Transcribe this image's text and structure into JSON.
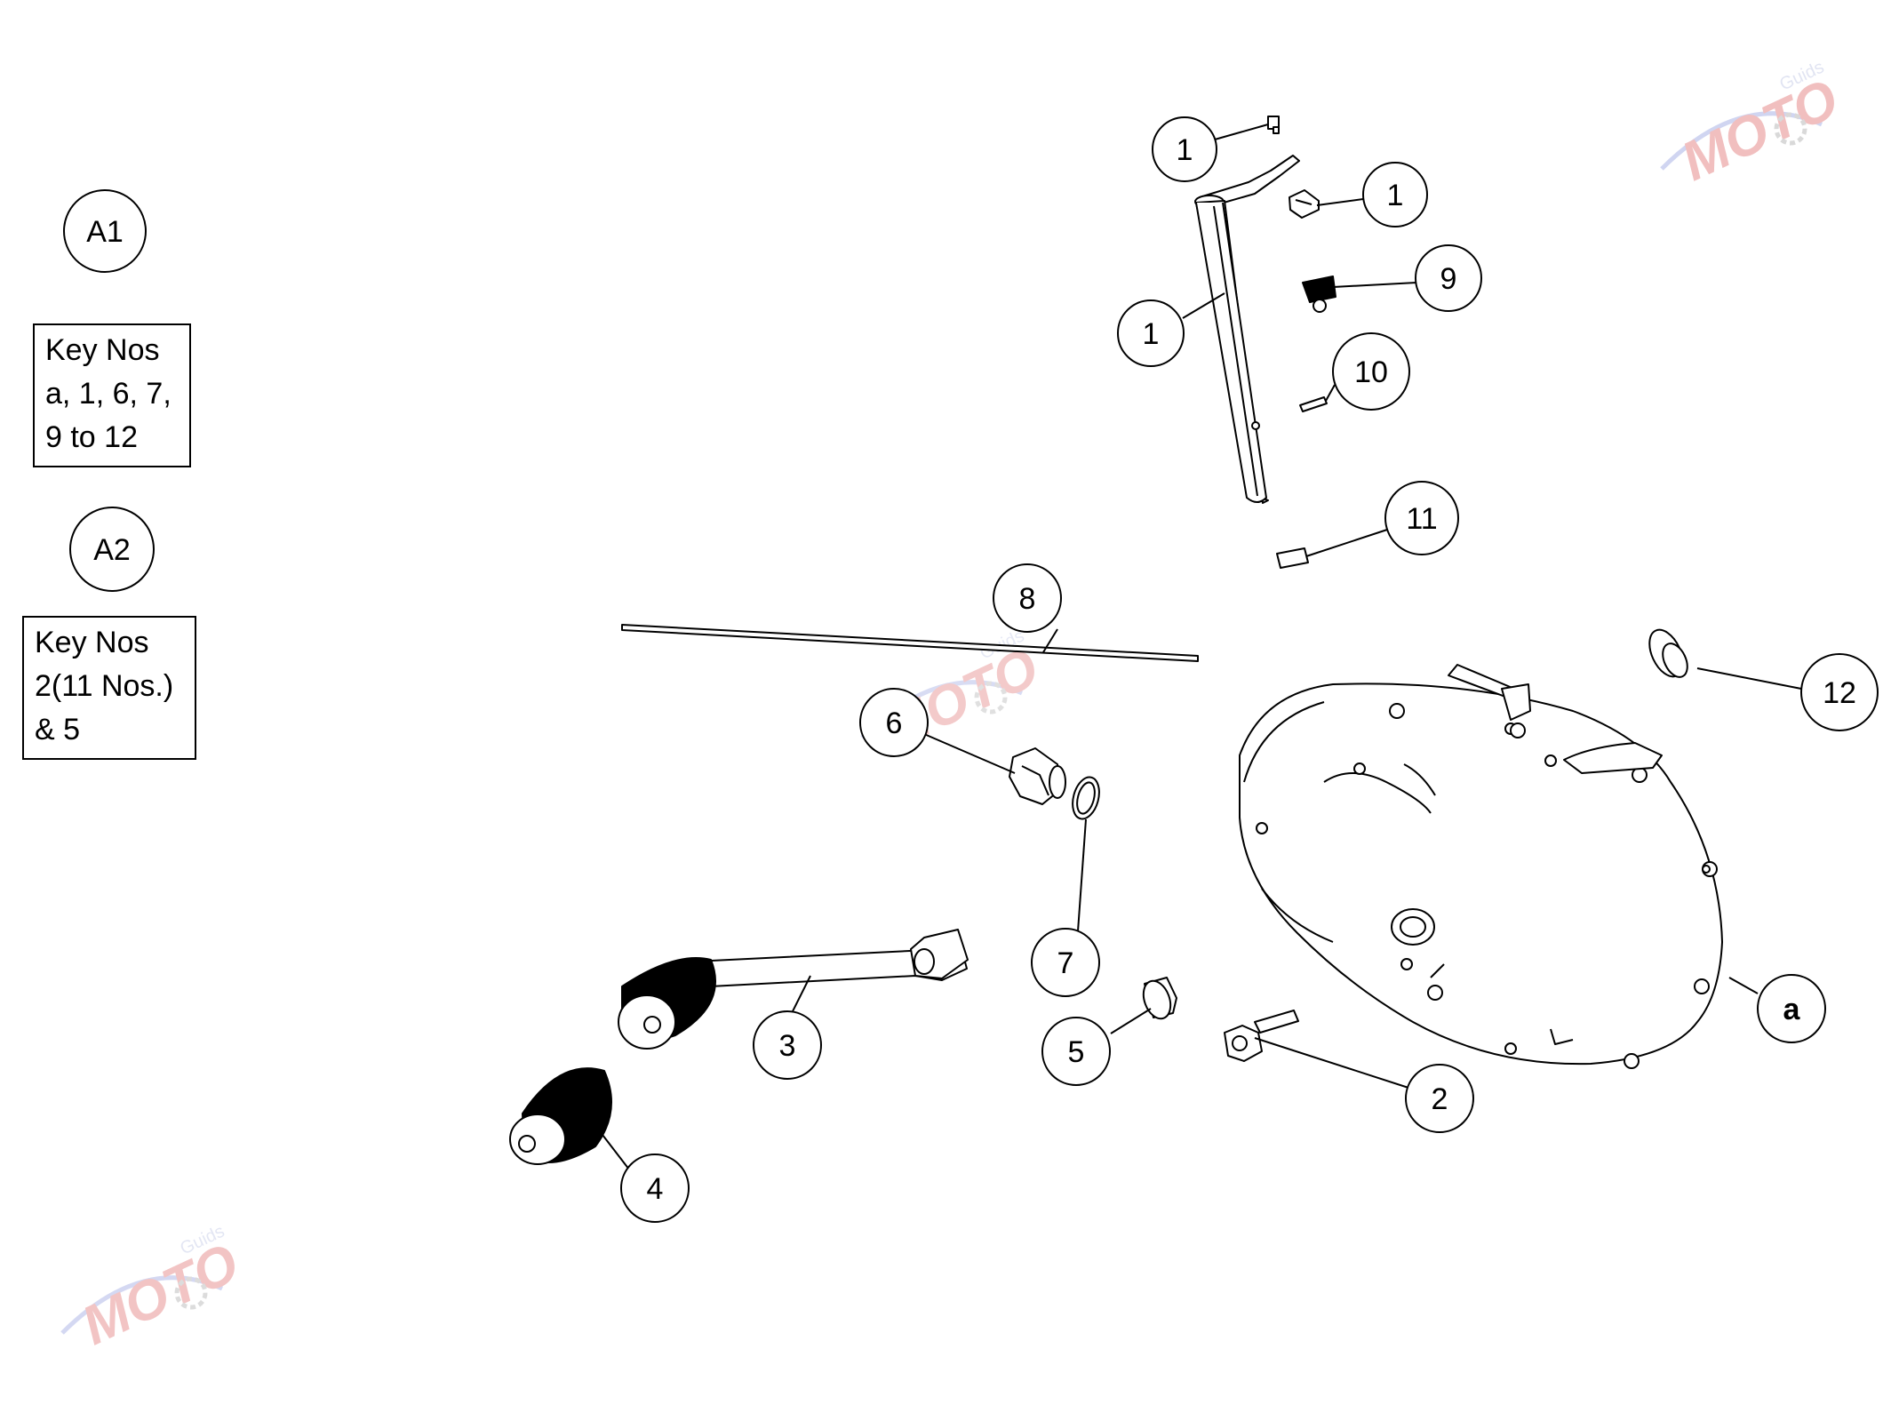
{
  "legend": {
    "groups": [
      {
        "id": "A1",
        "key_title": "Key Nos",
        "lines": [
          "a, 1, 6, 7,",
          "9 to 12"
        ]
      },
      {
        "id": "A2",
        "key_title": "Key Nos",
        "lines": [
          "2(11 Nos.)",
          "& 5"
        ]
      }
    ]
  },
  "callouts": {
    "top_1": "1",
    "bracket_1": "1",
    "shaft_1": "1",
    "c9": "9",
    "c10": "10",
    "c11": "11",
    "c8": "8",
    "c12": "12",
    "c6": "6",
    "c7": "7",
    "c5": "5",
    "c3": "3",
    "c4": "4",
    "c2": "2",
    "ca": "a"
  },
  "watermark": {
    "brand": "MOTO",
    "sub": "Guids"
  },
  "colors": {
    "line": "#000000",
    "watermark_red": "#d63a3a",
    "watermark_blue": "#3a4fb0"
  }
}
